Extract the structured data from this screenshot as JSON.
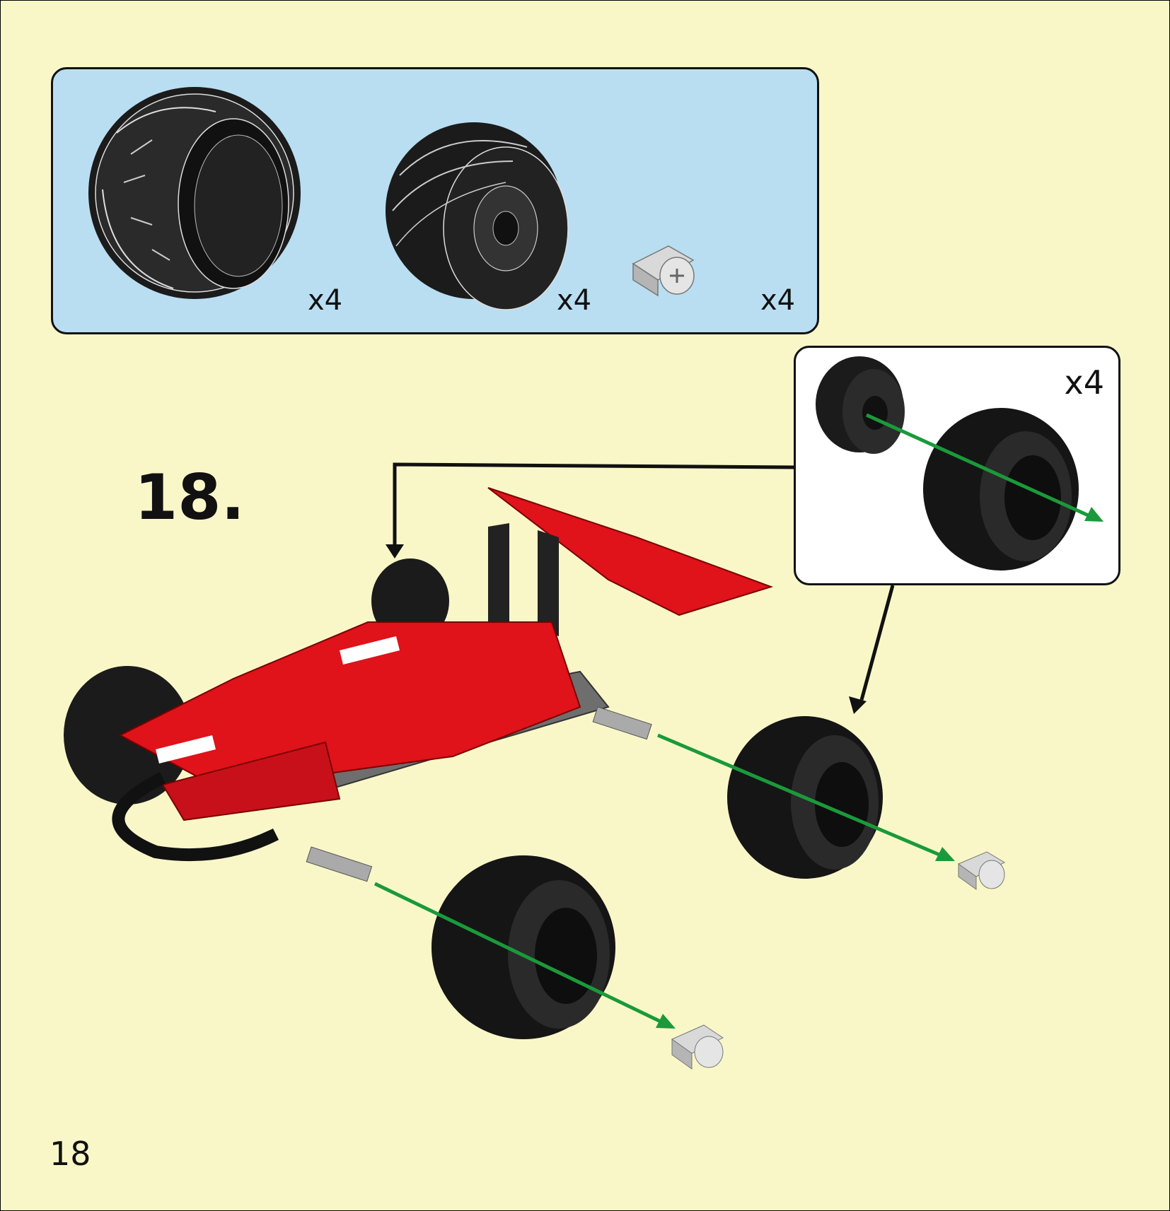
{
  "parts_list": [
    {
      "name": "tire",
      "quantity": "x4"
    },
    {
      "name": "wheel-rim",
      "quantity": "x4"
    },
    {
      "name": "axle-bush",
      "quantity": "x4"
    }
  ],
  "sub_assembly": {
    "quantity": "x4"
  },
  "step": {
    "number": "18."
  },
  "page": {
    "number": "18"
  },
  "colors": {
    "background": "#f9f7c8",
    "parts_box": "#b9def2",
    "arrow": "#1a9a3a",
    "body_red": "#e0121a",
    "tire_black": "#1a1a1a",
    "bush_gray": "#c8c8c8"
  }
}
